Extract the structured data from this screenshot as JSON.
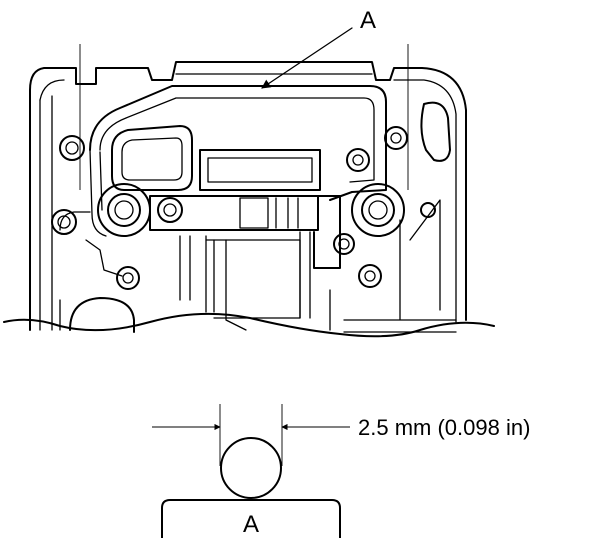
{
  "callout_label": "A",
  "section_label": "A",
  "dimension_text": "2.5 mm (0.098 in)"
}
